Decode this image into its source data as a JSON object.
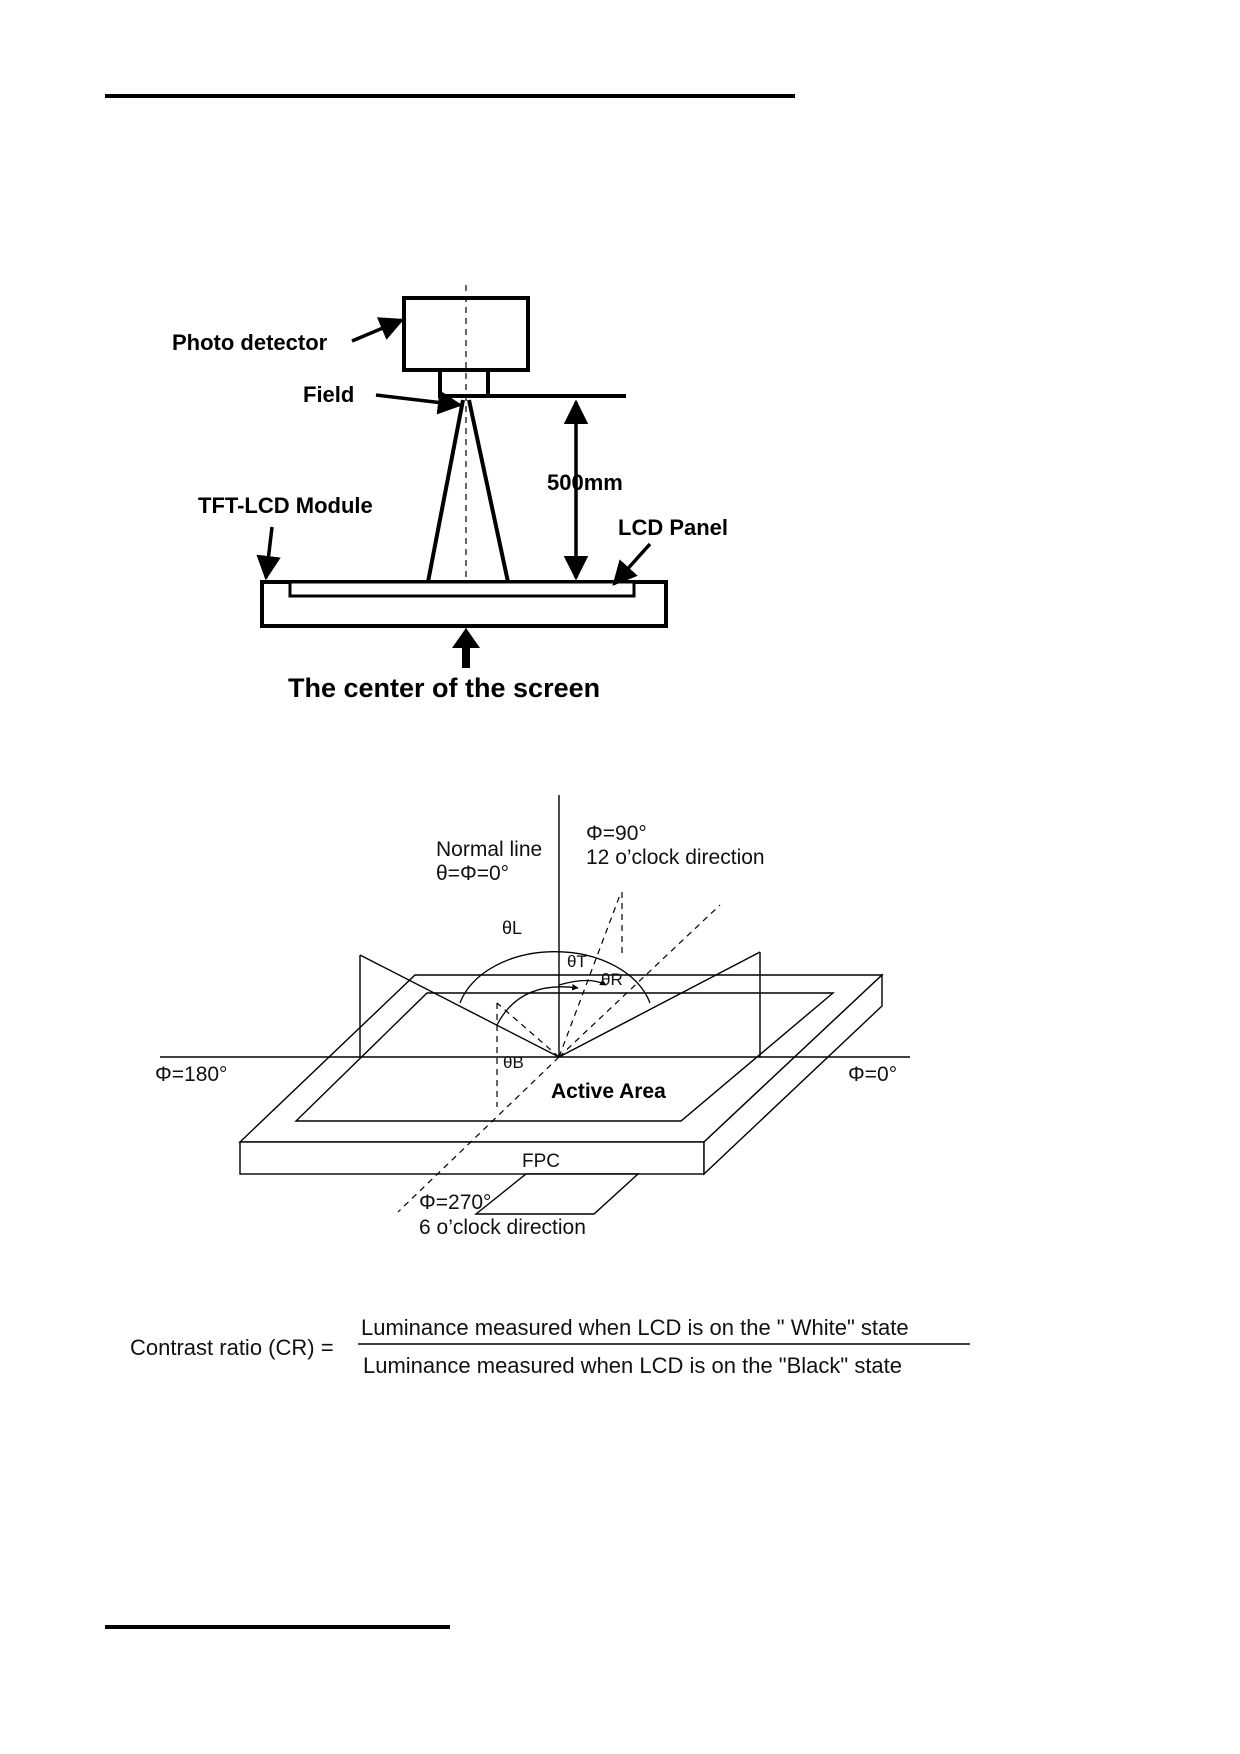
{
  "setup_diagram": {
    "photo_detector": "Photo detector",
    "field": "Field",
    "distance": "500mm",
    "tft_module": "TFT-LCD Module",
    "lcd_panel": "LCD Panel",
    "center_caption": "The center of the screen"
  },
  "viewing_angle_diagram": {
    "normal_line": "Normal line",
    "normal_eq": "θ=Φ=0°",
    "phi_90": "Φ=90°",
    "dir_12": "12 o’clock direction",
    "theta_l": "θL",
    "theta_t": "θT",
    "theta_r": "θR",
    "theta_b": "θB",
    "phi_180": "Φ=180°",
    "phi_0": "Φ=0°",
    "active_area": "Active Area",
    "fpc": "FPC",
    "phi_270": "Φ=270°",
    "dir_6": "6 o’clock direction"
  },
  "formula": {
    "lhs": "Contrast ratio (CR) =",
    "numerator": "Luminance measured when LCD is on the \" White\" state",
    "denominator": "Luminance measured when LCD is on the \"Black\" state"
  }
}
